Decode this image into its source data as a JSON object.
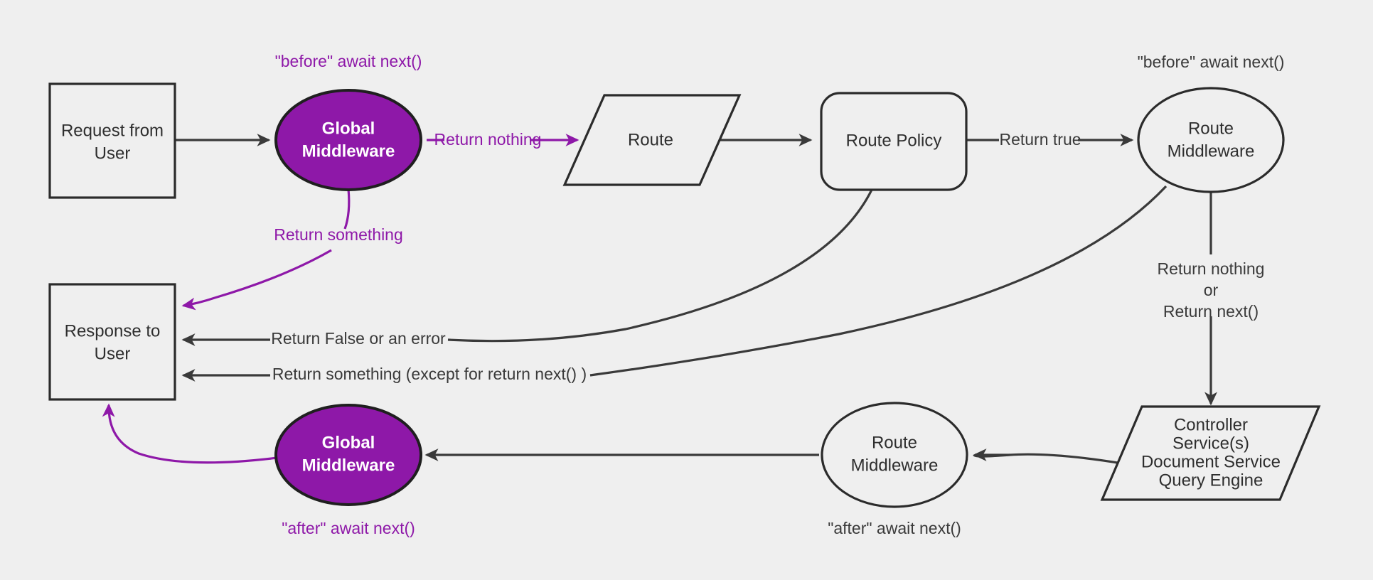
{
  "diagram": {
    "title": "Middleware request/response lifecycle flow",
    "background_color": "#efefef",
    "accent_color": "#8E18A8",
    "line_color": "#3a3a3a",
    "nodes": {
      "request_from_user": {
        "line1": "Request from",
        "line2": "User",
        "shape": "rectangle"
      },
      "global_middleware_before": {
        "line1": "Global",
        "line2": "Middleware",
        "shape": "ellipse",
        "filled": "#8E18A8"
      },
      "route": {
        "line1": "Route",
        "shape": "parallelogram"
      },
      "route_policy": {
        "line1": "Route Policy",
        "shape": "rounded-rectangle"
      },
      "route_middleware_before": {
        "line1": "Route",
        "line2": "Middleware",
        "shape": "ellipse"
      },
      "controller": {
        "line1": "Controller",
        "line2": "Service(s)",
        "line3": "Document Service",
        "line4": "Query Engine",
        "shape": "parallelogram"
      },
      "route_middleware_after": {
        "line1": "Route",
        "line2": "Middleware",
        "shape": "ellipse"
      },
      "global_middleware_after": {
        "line1": "Global",
        "line2": "Middleware",
        "shape": "ellipse",
        "filled": "#8E18A8"
      },
      "response_to_user": {
        "line1": "Response to",
        "line2": "User",
        "shape": "rectangle"
      }
    },
    "annotations": {
      "before_await_next_global": "\"before\" await next()",
      "before_await_next_route": "\"before\" await next()",
      "after_await_next_global": "\"after\" await next()",
      "after_await_next_route": "\"after\" await next()"
    },
    "edges": {
      "request_to_global": {
        "label": ""
      },
      "global_return_nothing": {
        "label": "Return nothing",
        "accent": true
      },
      "global_return_something": {
        "label": "Return something",
        "accent": true
      },
      "route_to_policy": {
        "label": ""
      },
      "policy_return_true": {
        "label": "Return true"
      },
      "policy_return_false": {
        "label": "Return False or an error"
      },
      "route_mw_return_nothing_or_next": {
        "line1": "Return nothing",
        "line2": "or",
        "line3": "Return next()"
      },
      "route_mw_return_something": {
        "label": "Return something (except for return next() )"
      },
      "controller_to_route_mw_after": {
        "label": ""
      },
      "route_mw_after_to_global_after": {
        "label": ""
      },
      "global_after_to_response": {
        "label": "",
        "accent": true
      }
    }
  }
}
